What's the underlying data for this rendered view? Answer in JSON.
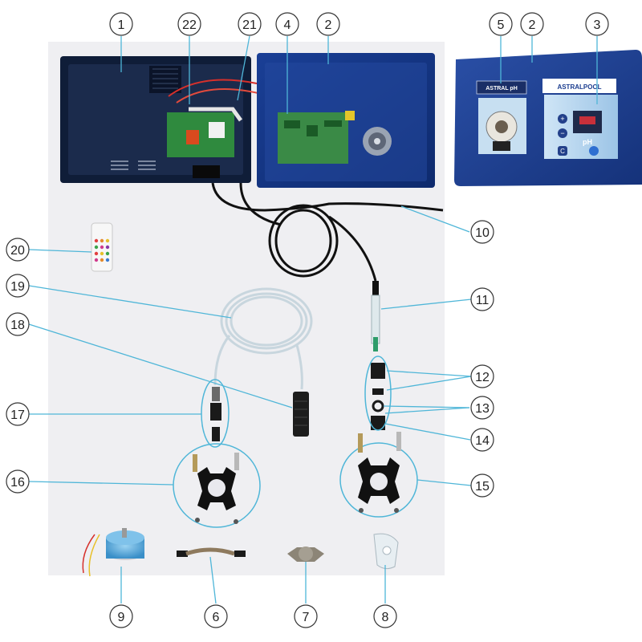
{
  "device": {
    "brand_left": "ASTRAL pH",
    "brand_right": "ASTRALPOOL",
    "display_label": "pH",
    "button_plus": "+",
    "button_minus": "−",
    "button_c": "C"
  },
  "callouts": [
    "1",
    "22",
    "21",
    "4",
    "2",
    "5",
    "2",
    "3",
    "10",
    "20",
    "19",
    "18",
    "11",
    "12",
    "13",
    "14",
    "17",
    "16",
    "15",
    "9",
    "6",
    "7",
    "8"
  ],
  "colors": {
    "leader": "#4fb6d8",
    "box": "#1f3f8f",
    "box_dark": "#0f1f3a",
    "backdrop": "#efeff2",
    "panel": "#1d3c8c"
  }
}
